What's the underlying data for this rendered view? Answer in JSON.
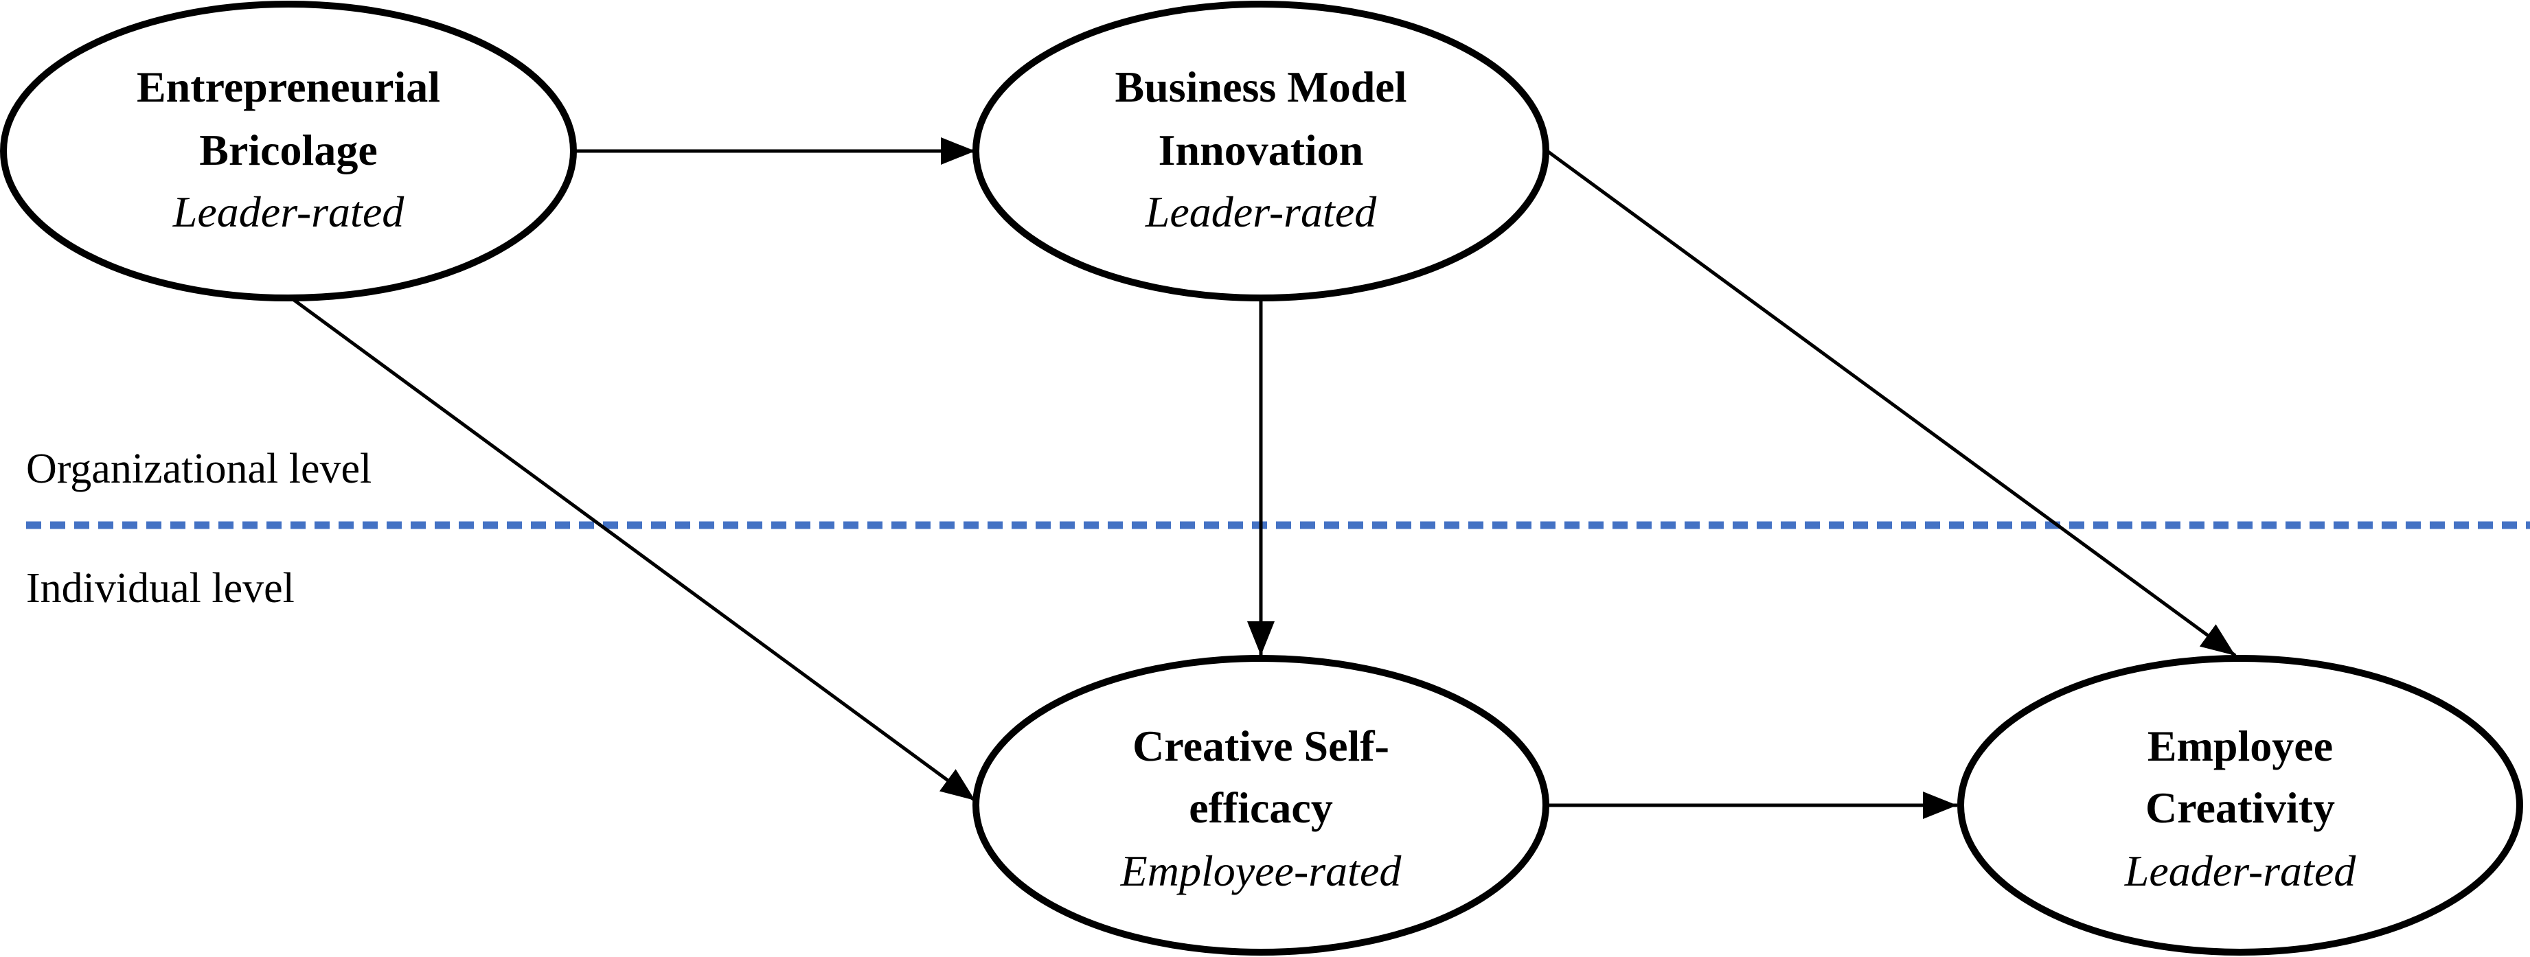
{
  "levels": {
    "upper": "Organizational level",
    "lower": "Individual level",
    "divider_color": "#4472C4"
  },
  "nodes": {
    "bricolage": {
      "title_line1": "Entrepreneurial",
      "title_line2": "Bricolage",
      "rater": "Leader-rated"
    },
    "bmi": {
      "title_line1": "Business Model",
      "title_line2": "Innovation",
      "rater": "Leader-rated"
    },
    "cse": {
      "title_line1": "Creative Self-",
      "title_line2": "efficacy",
      "rater": "Employee-rated"
    },
    "creativity": {
      "title_line1": "Employee",
      "title_line2": "Creativity",
      "rater": "Leader-rated"
    }
  },
  "edges": [
    {
      "from": "bricolage",
      "to": "bmi"
    },
    {
      "from": "bricolage",
      "to": "cse"
    },
    {
      "from": "bmi",
      "to": "cse"
    },
    {
      "from": "bmi",
      "to": "creativity"
    },
    {
      "from": "cse",
      "to": "creativity"
    }
  ]
}
